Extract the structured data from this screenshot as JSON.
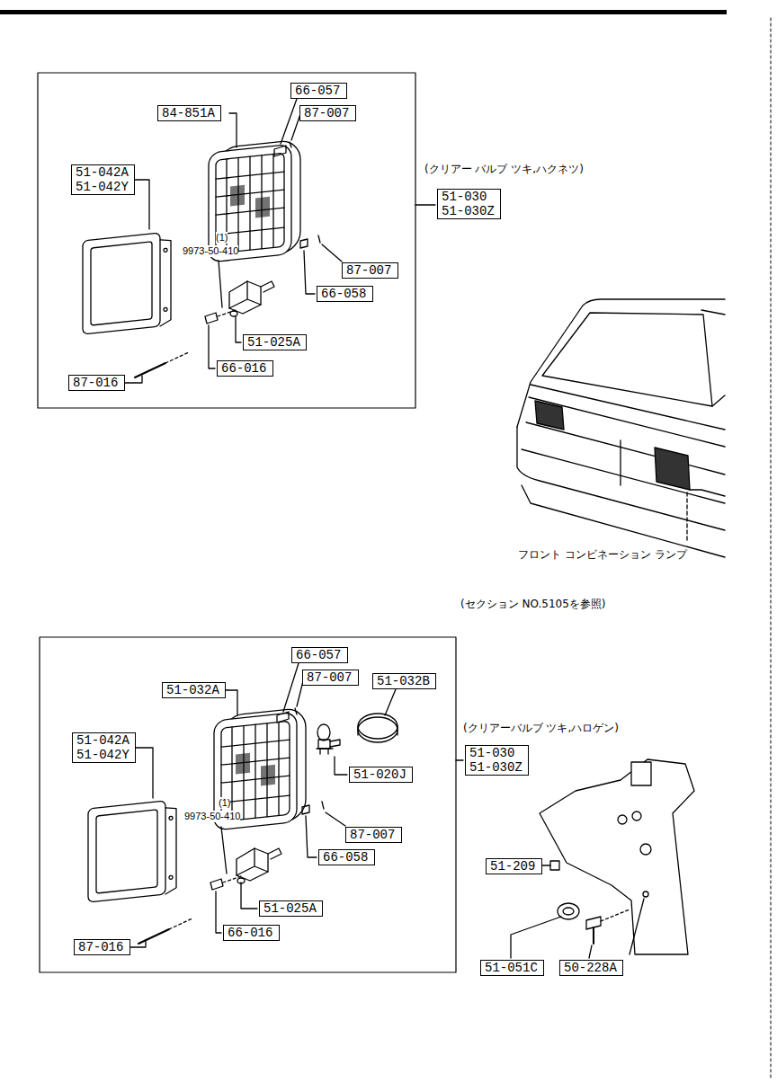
{
  "diagram": {
    "nodes": [
      {
        "text": [
          "66-057"
        ]
      },
      {
        "text": [
          "87-007"
        ]
      },
      {
        "text": [
          "84-851A"
        ]
      },
      {
        "text": [
          "51-042A",
          "51-042Y"
        ]
      },
      {
        "text": [
          "51-030",
          "51-030Z"
        ]
      },
      {
        "text": [
          "87-007"
        ]
      },
      {
        "text": [
          "66-058"
        ]
      },
      {
        "text": [
          "51-025A"
        ]
      },
      {
        "text": [
          "66-016"
        ]
      },
      {
        "text": [
          "87-016"
        ]
      },
      {
        "text": [
          "66-057"
        ]
      },
      {
        "text": [
          "87-007"
        ]
      },
      {
        "text": [
          "51-032A"
        ]
      },
      {
        "text": [
          "51-032B"
        ]
      },
      {
        "text": [
          "51-042A",
          "51-042Y"
        ]
      },
      {
        "text": [
          "51-030",
          "51-030Z"
        ]
      },
      {
        "text": [
          "51-020J"
        ]
      },
      {
        "text": [
          "87-007"
        ]
      },
      {
        "text": [
          "66-058"
        ]
      },
      {
        "text": [
          "51-025A"
        ]
      },
      {
        "text": [
          "51-209"
        ]
      },
      {
        "text": [
          "66-016"
        ]
      },
      {
        "text": [
          "87-016"
        ]
      },
      {
        "text": [
          "51-051C"
        ]
      },
      {
        "text": [
          "50-228A"
        ]
      }
    ],
    "labels": [
      "(1)",
      "9973-50-410",
      "(クリアー バルブ ツキ,ハクネツ)",
      "フロント コンビネーション ランプ",
      "(セクション NO.5105を参照)",
      "(1)",
      "9973-50-410",
      "(クリアーバルブ ツキ,ハロゲン)"
    ]
  }
}
